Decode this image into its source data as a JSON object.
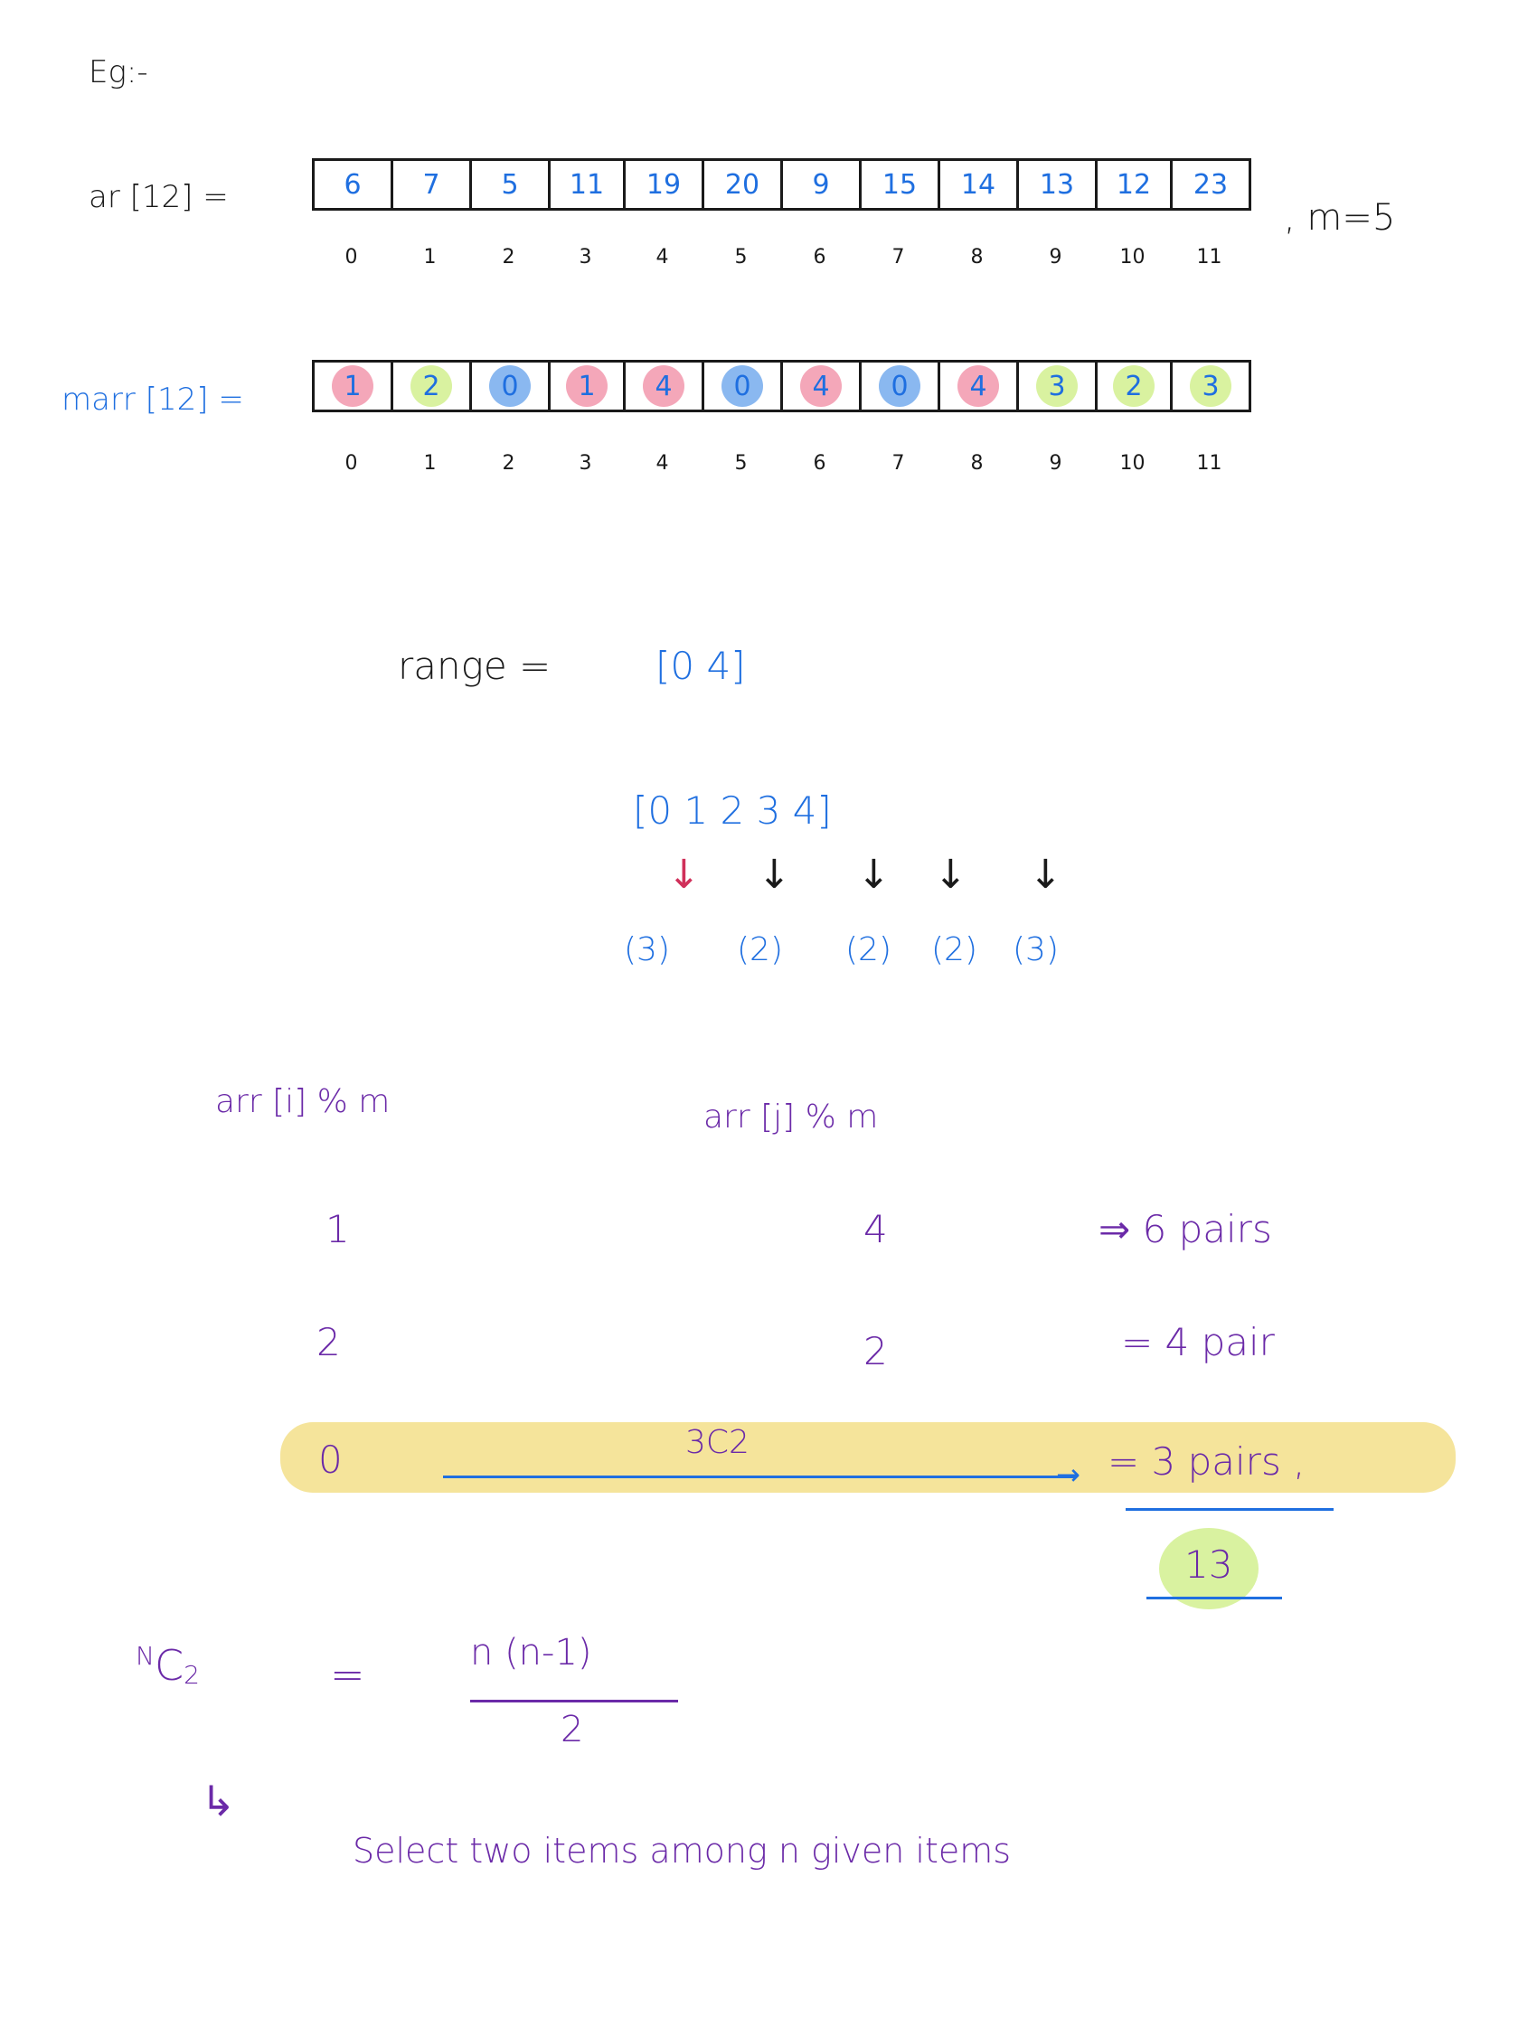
{
  "heading": "Eg:-",
  "arr": {
    "label": "ar [12] =",
    "values": [
      "6",
      "7",
      "5",
      "11",
      "19",
      "20",
      "9",
      "15",
      "14",
      "13",
      "12",
      "23"
    ],
    "indices": [
      "0",
      "1",
      "2",
      "3",
      "4",
      "5",
      "6",
      "7",
      "8",
      "9",
      "10",
      "11"
    ],
    "m_label": ", m=5"
  },
  "marr": {
    "label": "marr [12] =",
    "values": [
      "1",
      "2",
      "0",
      "1",
      "4",
      "0",
      "4",
      "0",
      "4",
      "3",
      "2",
      "3"
    ],
    "indices": [
      "0",
      "1",
      "2",
      "3",
      "4",
      "5",
      "6",
      "7",
      "8",
      "9",
      "10",
      "11"
    ],
    "colors": {
      "pink": "#f4a7b9",
      "green": "#d9f2a0",
      "blue": "#8ab8f0"
    }
  },
  "range": {
    "label": "range =",
    "value": "[0   4]",
    "list": "[0   1   2   3   4]",
    "counts": [
      "(3)",
      "(2)",
      "(2)",
      "(2)",
      "(3)"
    ]
  },
  "table": {
    "col1": "arr [i] % m",
    "col2": "arr [j] % m",
    "rows": [
      {
        "a": "1",
        "b": "4",
        "result": "⇒  6  pairs"
      },
      {
        "a": "2",
        "b": "2",
        "result": "= 4 pair"
      },
      {
        "a": "0",
        "b": "3C2",
        "result": "= 3   pairs ,"
      }
    ],
    "total": "13"
  },
  "formula": {
    "lhs": "NC2",
    "eq": "=",
    "num": "n (n-1)",
    "den": "2",
    "note": "Select  two  items  among  n given  items"
  }
}
